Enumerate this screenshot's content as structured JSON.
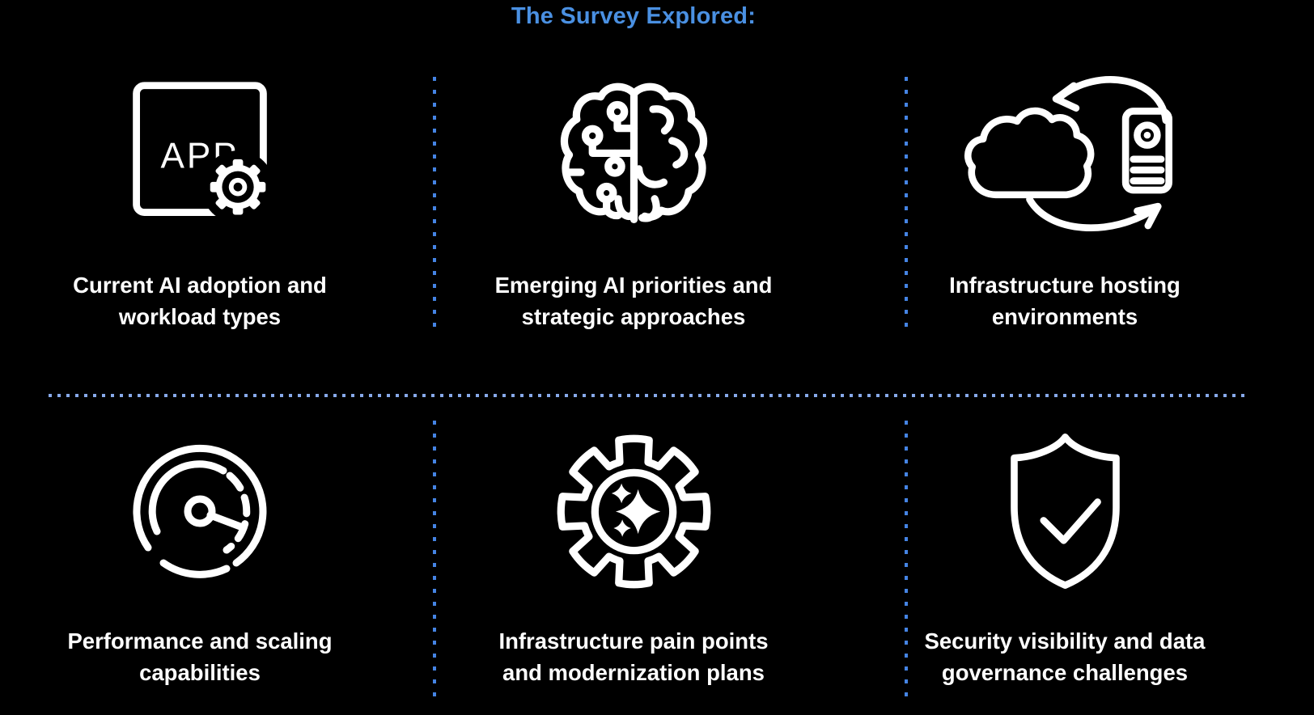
{
  "title": "The Survey Explored:",
  "colors": {
    "bg": "#000000",
    "accent": "#4a90e2",
    "text": "#ffffff",
    "icon": "#ffffff",
    "dot-v": "#4584e4",
    "dot-h": "#87a9ea"
  },
  "cards": [
    {
      "icon": "app-window-gear-icon",
      "icon_text": "APP",
      "label": "Current AI adoption and\nworkload types"
    },
    {
      "icon": "ai-brain-circuit-icon",
      "label": "Emerging AI priorities and\nstrategic approaches"
    },
    {
      "icon": "cloud-server-sync-icon",
      "label": "Infrastructure hosting\nenvironments"
    },
    {
      "icon": "speedometer-gauge-icon",
      "label": "Performance and scaling\ncapabilities"
    },
    {
      "icon": "gear-sparkles-icon",
      "label": "Infrastructure pain points\nand modernization plans"
    },
    {
      "icon": "shield-check-icon",
      "label": "Security visibility and data\ngovernance challenges"
    }
  ]
}
